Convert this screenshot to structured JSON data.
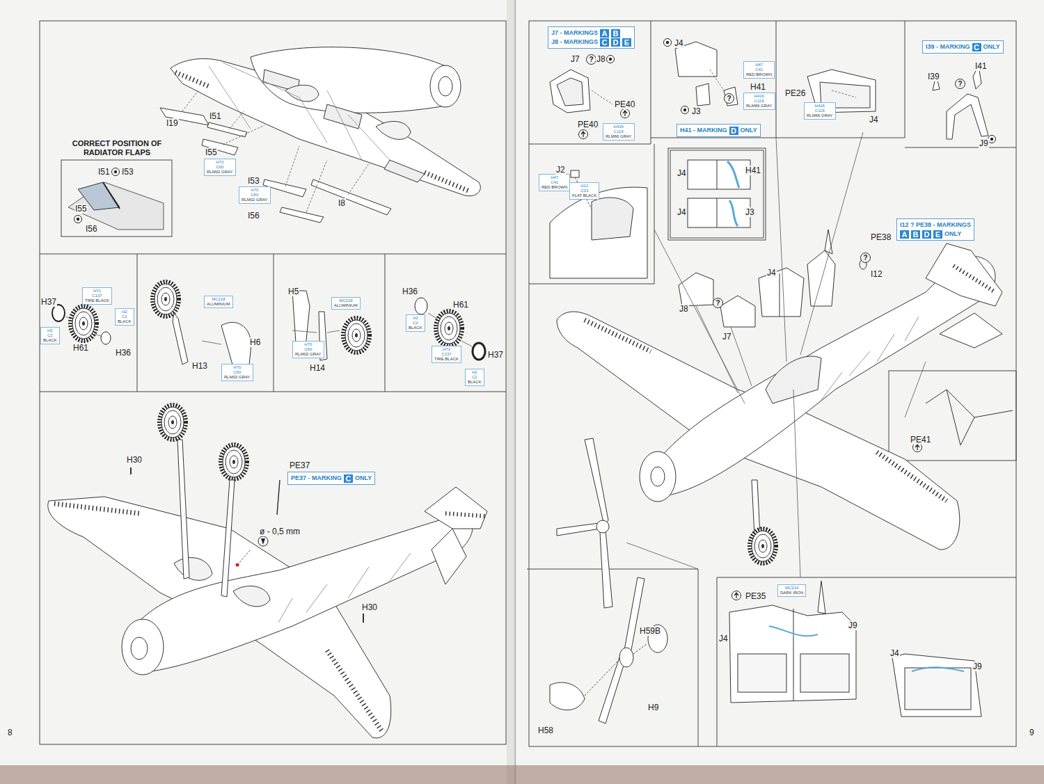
{
  "diagram": {
    "nodes": [
      {
        "text": [
          "H70",
          "C60",
          "RLM02 GRAY"
        ]
      },
      {
        "text": [
          "CORRECT POSITION OF RADIATOR FLAPS"
        ]
      },
      {
        "text": [
          "H70",
          "C60",
          "RLM02 GRAY"
        ]
      },
      {
        "text": [
          "H71",
          "C137",
          "TIRE BLACK"
        ]
      },
      {
        "text": [
          "H2",
          "C2",
          "BLACK"
        ]
      },
      {
        "text": [
          "H2",
          "C2",
          "BLACK"
        ]
      },
      {
        "text": [
          "MC218",
          "ALUMINIUM"
        ]
      },
      {
        "text": [
          "H70",
          "C60",
          "RLM02 GRAY"
        ]
      },
      {
        "text": [
          "MC218",
          "ALUMINIUM"
        ]
      },
      {
        "text": [
          "H70",
          "C60",
          "RLM02 GRAY"
        ]
      },
      {
        "text": [
          "H2",
          "C2",
          "BLACK"
        ]
      },
      {
        "text": [
          "H71",
          "C137",
          "TIRE BLACK"
        ]
      },
      {
        "text": [
          "H2",
          "C2",
          "BLACK"
        ]
      },
      {
        "text": [
          "PE37 - MARKING",
          "C",
          "ONLY"
        ]
      },
      {
        "text": [
          "J7 - MARKINGS",
          "A",
          "B",
          "J8 - MARKINGS",
          "C",
          "D",
          "E"
        ]
      },
      {
        "text": [
          "H416",
          "C116",
          "RLM66 GRAY"
        ]
      },
      {
        "text": [
          "H47",
          "C41",
          "RED BROWN"
        ]
      },
      {
        "text": [
          "H416",
          "C116",
          "RLM66 GRAY"
        ]
      },
      {
        "text": [
          "H41 - MARKING",
          "D",
          "ONLY"
        ]
      },
      {
        "text": [
          "H416",
          "C116",
          "RLM66 GRAY"
        ]
      },
      {
        "text": [
          "I39 - MARKING",
          "C",
          "ONLY"
        ]
      },
      {
        "text": [
          "H47",
          "C41",
          "RED BROWN"
        ]
      },
      {
        "text": [
          "H12",
          "C33",
          "FLAT BLACK"
        ]
      },
      {
        "text": [
          "I12 ? PE38 - MARKINGS",
          "A",
          "B",
          "D",
          "E",
          "ONLY"
        ]
      },
      {
        "text": [
          "MC214",
          "DARK IRON"
        ]
      }
    ],
    "labels": [
      "I19",
      "I51",
      "I55",
      "I53",
      "I8",
      "I56",
      "I51",
      "I53",
      "I55",
      "I56",
      "H37",
      "H61",
      "H36",
      "H6",
      "H13",
      "H5",
      "H14",
      "H36",
      "H61",
      "H37",
      "H30",
      "PE37",
      "ø - 0,5 mm",
      "H30",
      "8",
      "J7",
      "?",
      "J8",
      "PE40",
      "PE40",
      "J4",
      "H41",
      "?",
      "J3",
      "PE26",
      "J4",
      "I39",
      "?",
      "I41",
      "J9",
      "J2",
      "J4",
      "H41",
      "J4",
      "J3",
      "PE38",
      "?",
      "I12",
      "J4",
      "J8",
      "?",
      "J7",
      "PE41",
      "H59B",
      "H9",
      "H58",
      "PE35",
      "J9",
      "J4",
      "J4",
      "J9",
      "9"
    ]
  }
}
